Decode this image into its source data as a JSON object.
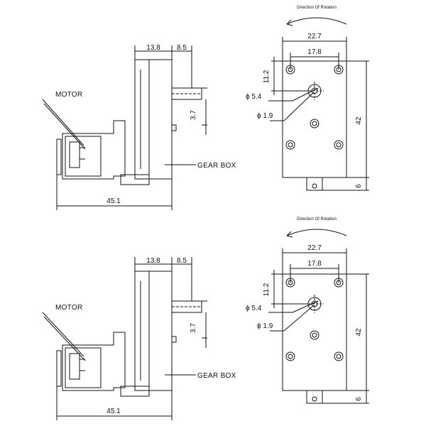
{
  "labels": {
    "motor": "MOTOR",
    "gear_box": "GEAR BOX",
    "direction": "Direction Of Rotation"
  },
  "dims": {
    "side_a": "13.8",
    "side_b": "8.5",
    "shaft_flat": "3.7",
    "overall_length": "45.1",
    "width_outer": "22.7",
    "width_inner": "17.8",
    "top_offset": "11.2",
    "shaft_dia": "ϕ 5.4",
    "hole_dia": "ϕ 1.9",
    "height": "42",
    "tab": "6"
  },
  "colors": {
    "line": "#111111",
    "background": "#ffffff"
  },
  "views": [
    {
      "name": "upper-pair"
    },
    {
      "name": "lower-pair"
    }
  ]
}
